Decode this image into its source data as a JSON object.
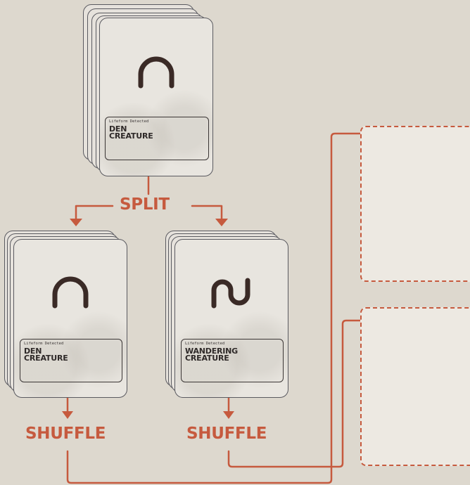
{
  "colors": {
    "background": "#ddd8ce",
    "accent": "#c65a3e",
    "card_face": "#e8e5df",
    "card_edge": "#5a5a60",
    "ink": "#2e2928"
  },
  "top_deck": {
    "icon": "arch-icon",
    "small_label": "Lifeform Detected",
    "name_line1": "DEN",
    "name_line2": "CREATURE"
  },
  "split_label": "SPLIT",
  "left_deck": {
    "icon": "arch-icon",
    "small_label": "Lifeform Detected",
    "name_line1": "DEN",
    "name_line2": "CREATURE",
    "action_label": "SHUFFLE"
  },
  "right_deck": {
    "icon": "wave-icon",
    "small_label": "Lifeform Detected",
    "name_line1": "WANDERING",
    "name_line2": "CREATURE",
    "action_label": "SHUFFLE"
  },
  "slots": [
    {
      "name": "upper-slot"
    },
    {
      "name": "lower-slot"
    }
  ]
}
